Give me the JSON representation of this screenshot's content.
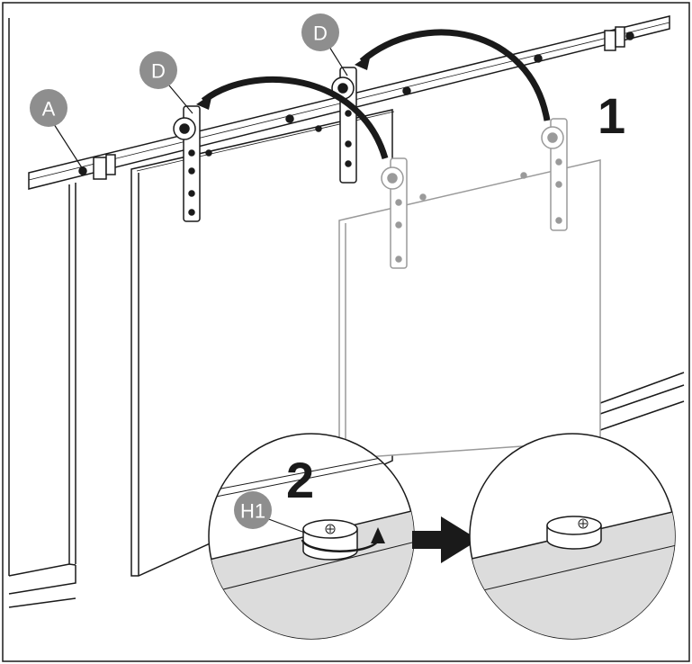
{
  "colors": {
    "line": "#1a1a1a",
    "faded": "#9a9a9a",
    "callout_bg": "#8e8e8e",
    "callout_text": "#ffffff",
    "floor_fill": "#dcdcdc",
    "hardware": "#1a1a1a",
    "arrow": "#1a1a1a"
  },
  "callouts": {
    "a": "A",
    "d_left": "D",
    "d_right": "D",
    "h1": "H1"
  },
  "steps": {
    "one": "1",
    "two": "2"
  },
  "icons": {
    "rail": "barn-door-rail-icon",
    "hanger": "roller-hanger-icon",
    "guide": "floor-guide-icon",
    "arrow": "right-arrow-icon"
  }
}
